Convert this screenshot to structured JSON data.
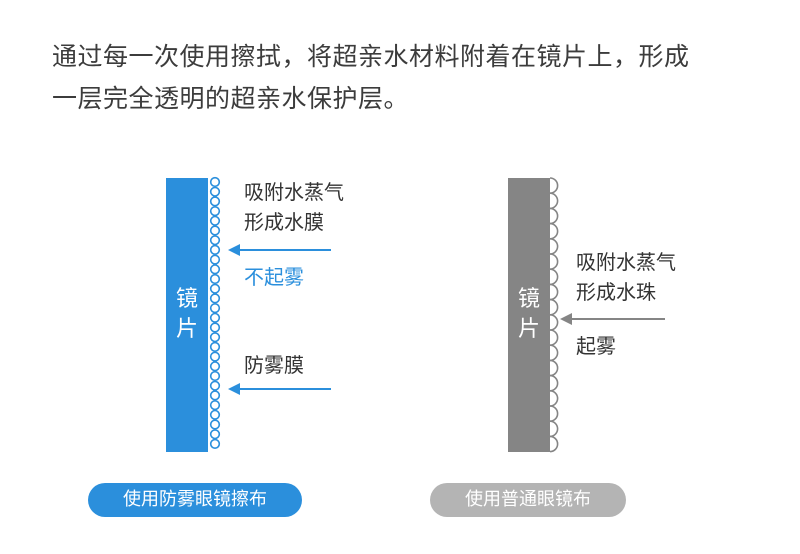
{
  "intro": {
    "line1": "通过每一次使用擦拭，将超亲水材料附着在镜片上，形成",
    "line2": "一层完全透明的超亲水保护层。"
  },
  "colors": {
    "blue": "#2b8fdc",
    "gray": "#858585",
    "pill_gray": "#b4b4b4",
    "text": "#333333"
  },
  "left_panel": {
    "lens_label": [
      "镜",
      "片"
    ],
    "adsorb_line1": "吸附水蒸气",
    "adsorb_line2": "形成水膜",
    "result": "不起雾",
    "film_label": "防雾膜",
    "button": "使用防雾眼镜擦布"
  },
  "right_panel": {
    "lens_label": [
      "镜",
      "片"
    ],
    "adsorb_line1": "吸附水蒸气",
    "adsorb_line2": "形成水珠",
    "result": "起雾",
    "button": "使用普通眼镜布"
  }
}
